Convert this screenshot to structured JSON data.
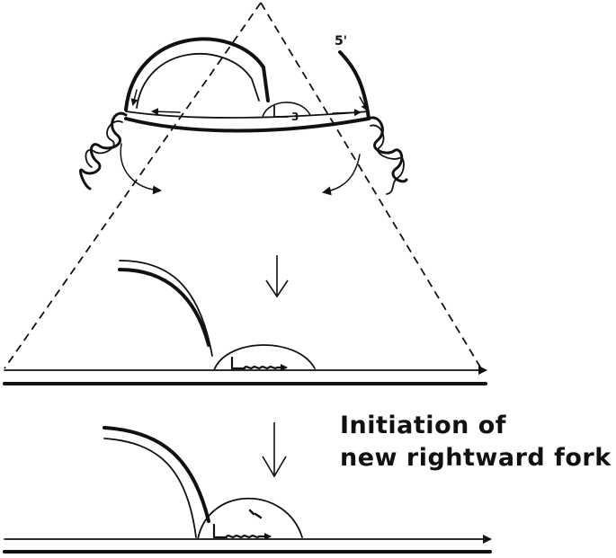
{
  "labels": {
    "five_prime": "5'",
    "three_prime": "3",
    "caption_line1": "Initiation of",
    "caption_line2": "new rightward fork"
  },
  "colors": {
    "ink": "#111111",
    "background": "#ffffff"
  }
}
